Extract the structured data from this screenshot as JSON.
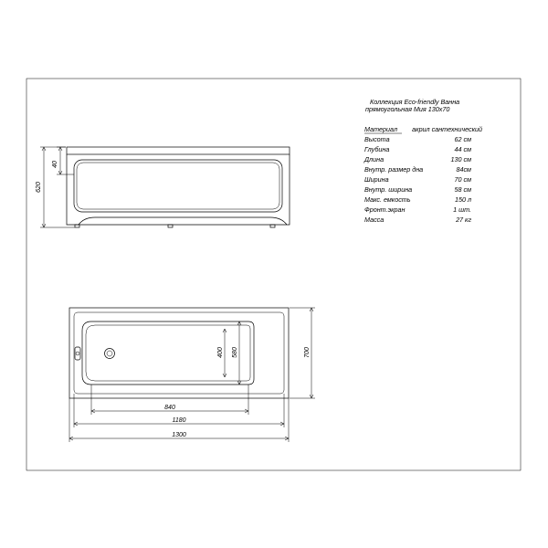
{
  "title": {
    "line1": "Коллекция Eco-friendly Ванна",
    "line2": "прямоугольная  Мия 130x70"
  },
  "specs": [
    {
      "label": "Материал",
      "value": "акрил сантехнический"
    },
    {
      "label": "Высота",
      "value": "62 см"
    },
    {
      "label": "Глубина",
      "value": "44 см"
    },
    {
      "label": "Длина",
      "value": "130 см"
    },
    {
      "label": "Внутр. размер дна",
      "value": "84см"
    },
    {
      "label": "Ширина",
      "value": "70 см"
    },
    {
      "label": "Внутр. ширина",
      "value": "58 см"
    },
    {
      "label": "Макс. емкость",
      "value": "150 л"
    },
    {
      "label": "Фронт.экран",
      "value": "1 шт."
    },
    {
      "label": "Масса",
      "value": "27 кг"
    }
  ],
  "dimensions": {
    "front_depth": "40",
    "front_height": "620",
    "inner_depth": "400",
    "inner_width": "580",
    "outer_width": "700",
    "bottom_length": "840",
    "inner_length": "1180",
    "outer_length": "1300"
  }
}
